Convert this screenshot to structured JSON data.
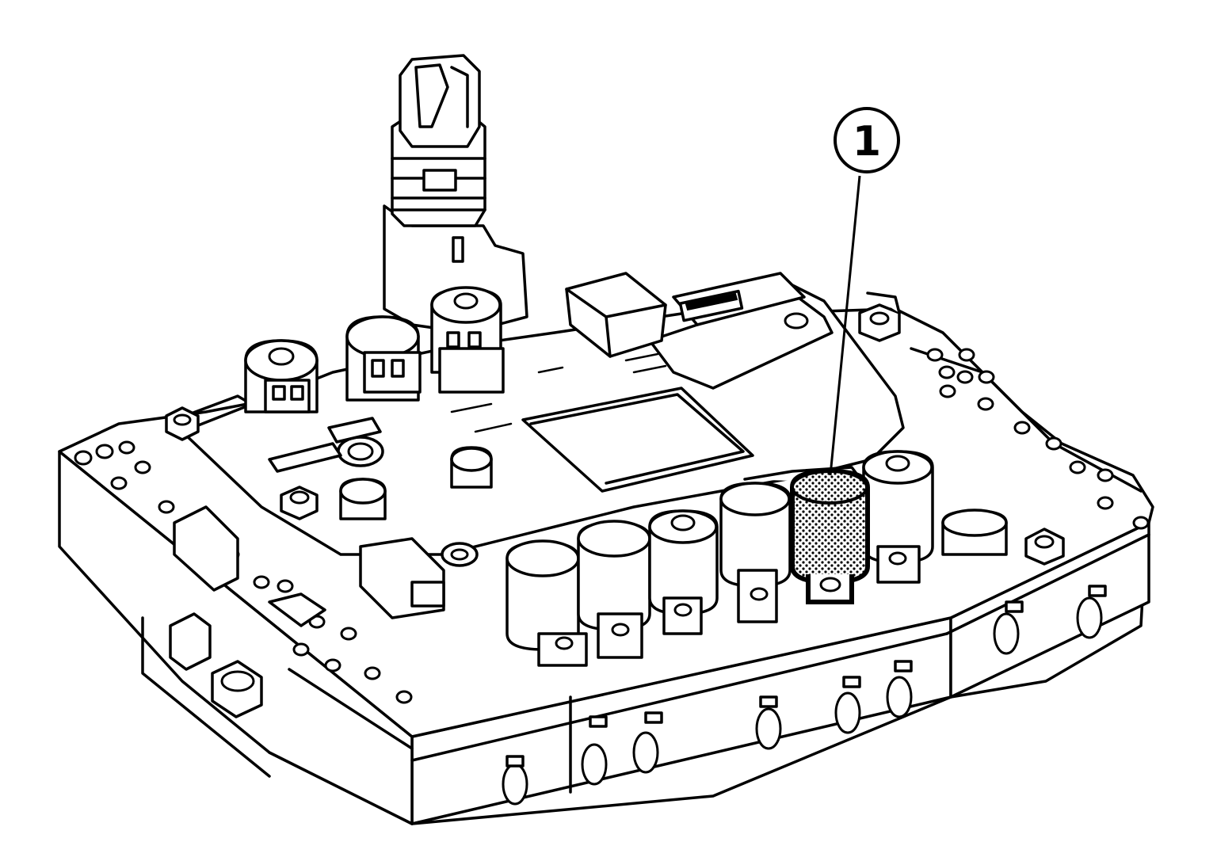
{
  "figure": {
    "callouts": [
      {
        "label": "1",
        "target": "highlighted-solenoid-valve"
      }
    ],
    "highlight_pattern": "crosshatch",
    "line_color": "#000000",
    "background": "#ffffff"
  }
}
